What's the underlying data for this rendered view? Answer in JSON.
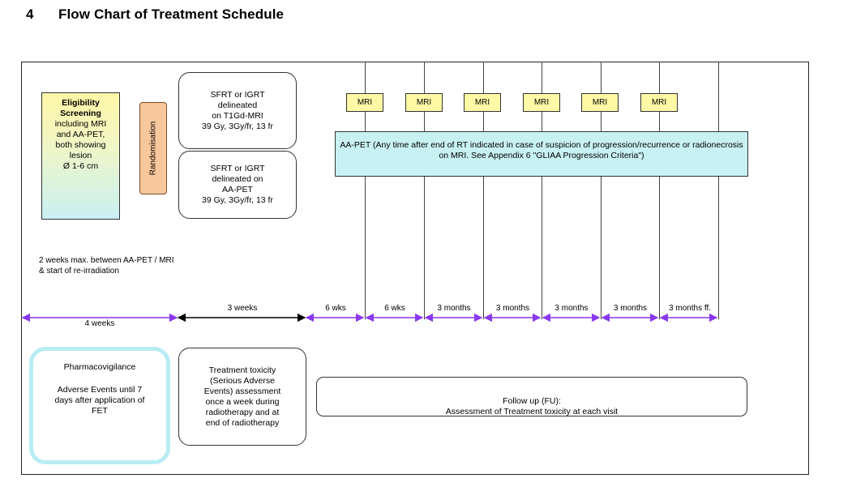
{
  "title": {
    "number": "4",
    "text": "Flow Chart of Treatment Schedule"
  },
  "eligibility": {
    "title": "Eligibility Screening",
    "details": "including MRI\nand AA-PET,\nboth showing\nlesion\nØ 1-6 cm"
  },
  "randomisation": "Randomisation",
  "arms": [
    {
      "text": "SFRT or IGRT\ndelineated\non T1Gd-MRI\n39 Gy, 3Gy/fr, 13 fr"
    },
    {
      "text": "SFRT or IGRT\ndelineated on\nAA-PET\n39 Gy, 3Gy/fr, 13 fr"
    }
  ],
  "mri_labels": [
    "MRI",
    "MRI",
    "MRI",
    "MRI",
    "MRI",
    "MRI"
  ],
  "aapet_note": "AA-PET (Any time after end of RT indicated in case of suspicion of progression/recurrence or radionecrosis on MRI. See Appendix 6 \"GLIAA Progression Criteria\")",
  "window_note": "2 weeks max. between AA-PET / MRI\n& start of re-irradiation",
  "timeline": {
    "first_segment": "4 weeks",
    "segments": [
      "3 weeks",
      "6 wks",
      "6 wks",
      "3 months",
      "3 months",
      "3 months",
      "3 months",
      "3 months ff."
    ]
  },
  "pharmacovigilance": {
    "title": "Pharmacovigilance",
    "details": "Adverse Events until 7\ndays after application of\nFET"
  },
  "toxicity": "Treatment toxicity\n(Serious Adverse\nEvents) assessment\nonce a week during\nradiotherapy and at\nend of radiotherapy",
  "follow_up": "Follow up (FU):\nAssessment of Treatment toxicity at each visit",
  "colors": {
    "timeline_purple": "#8a37f0",
    "timeline_black": "#000000",
    "mri_fill": "#fff9a6",
    "aapet_fill": "#c8f1f3",
    "randomisation_fill": "#f8c79c",
    "pharma_border": "#b8ecf3"
  }
}
